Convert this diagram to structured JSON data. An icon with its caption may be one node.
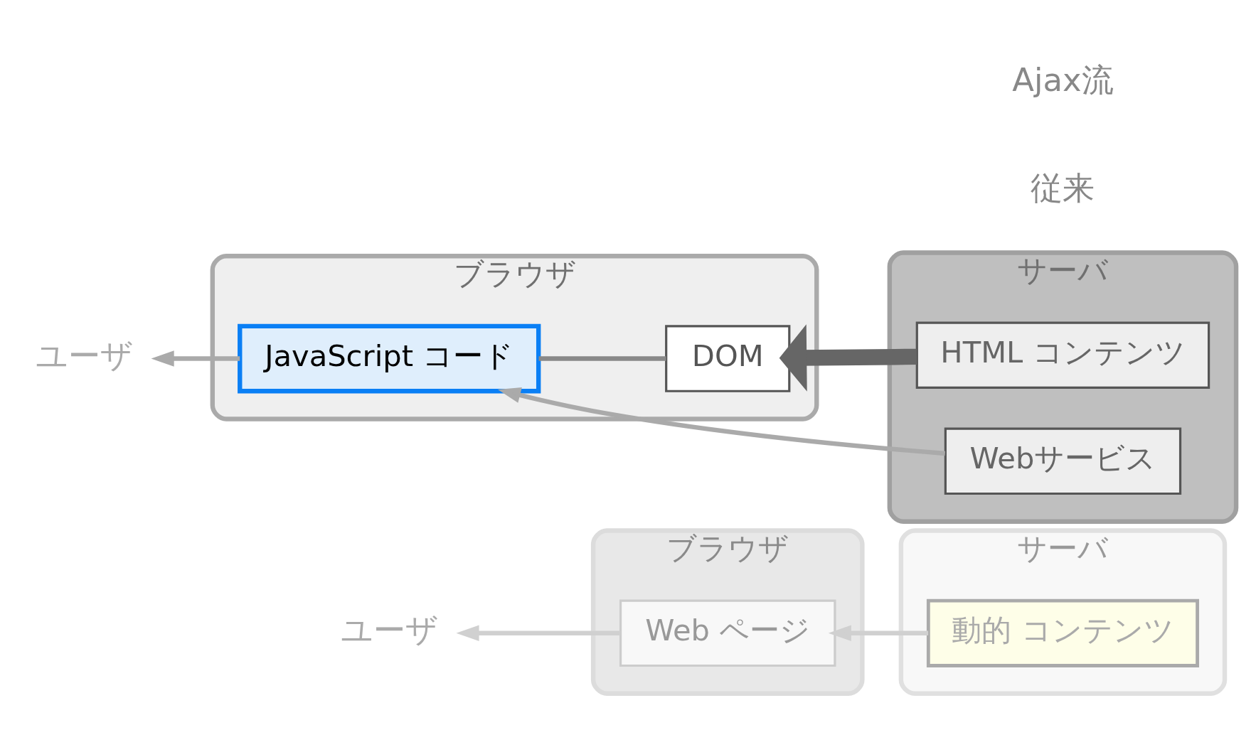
{
  "diagram": {
    "nodes": [
      {
        "text": [
          "ブラウザ"
        ]
      },
      {
        "text": [
          "Web ページ"
        ],
        "in": 0
      },
      {
        "text": [
          "サーバ"
        ]
      },
      {
        "text": [
          "動的 コンテンツ"
        ],
        "in": 2
      },
      {
        "text": [
          "ユーザ"
        ]
      },
      {
        "text": [
          "ブラウザ"
        ]
      },
      {
        "text": [
          "DOM"
        ],
        "in": 5
      },
      {
        "text": [
          "JavaScript コード"
        ],
        "in": 5
      },
      {
        "text": [
          "サーバ"
        ]
      },
      {
        "text": [
          "HTML コンテンツ"
        ],
        "in": 8
      },
      {
        "text": [
          "Webサービス"
        ],
        "in": 8
      },
      {
        "text": [
          "ユーザ"
        ]
      }
    ],
    "edges": [
      {
        "from": 3,
        "to": 1,
        "arrow": "to",
        "color": "#d0d0d0"
      },
      {
        "from": 1,
        "to": 4,
        "arrow": "to",
        "color": "#d0d0d0"
      },
      {
        "from": 9,
        "to": 6,
        "arrow": "to",
        "style": "thick",
        "color": "#666666"
      },
      {
        "from": 6,
        "to": 7,
        "arrow": "none",
        "color": "#888888"
      },
      {
        "from": 10,
        "to": 7,
        "arrow": "to"
      },
      {
        "from": 7,
        "to": 11,
        "arrow": "to"
      }
    ],
    "labels": [
      "従来",
      "Ajax流"
    ]
  }
}
